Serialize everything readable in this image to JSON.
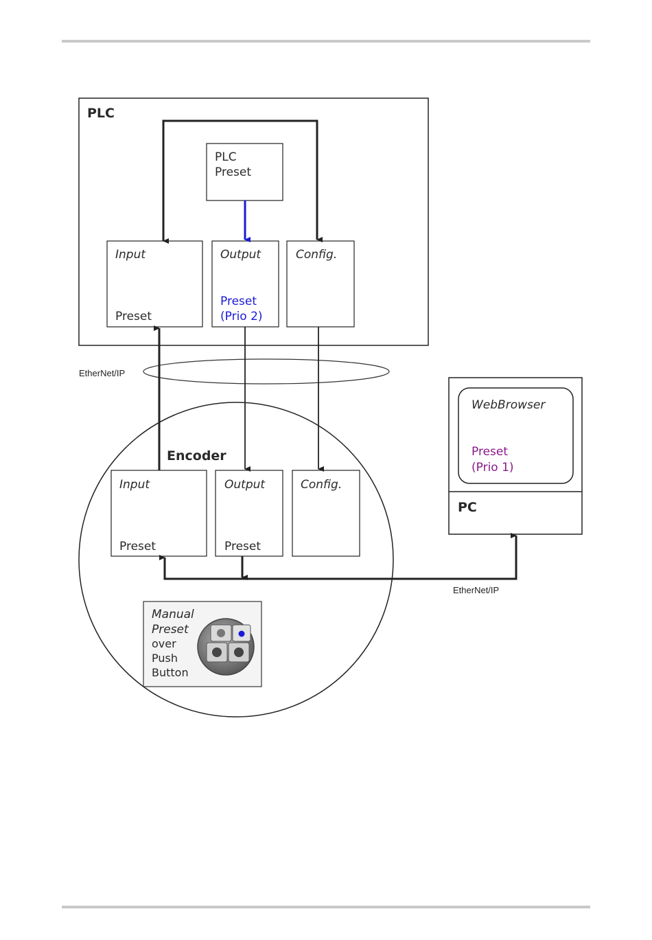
{
  "plc": {
    "title": "PLC",
    "preset_box": {
      "line1": "PLC",
      "line2": "Preset"
    },
    "input": {
      "title": "Input",
      "preset": "Preset"
    },
    "output": {
      "title": "Output",
      "preset": "Preset",
      "prio": "(Prio 2)"
    },
    "config": {
      "title": "Config."
    }
  },
  "network_label_top": "EtherNet/IP",
  "network_label_bottom": "EtherNet/IP",
  "encoder": {
    "title": "Encoder",
    "input": {
      "title": "Input",
      "preset": "Preset"
    },
    "output": {
      "title": "Output",
      "preset": "Preset"
    },
    "config": {
      "title": "Config."
    },
    "manual": {
      "line1": "Manual",
      "line2": "Preset",
      "line3": "over",
      "line4": "Push",
      "line5": "Button"
    }
  },
  "pc": {
    "title": "PC",
    "browser": {
      "title": "WebBrowser",
      "preset": "Preset",
      "prio": "(Prio 1)"
    }
  },
  "colors": {
    "prio2": "#1a1ad6",
    "prio1": "#8a1a8a",
    "line": "#222222",
    "rule": "#c9c9c9"
  }
}
